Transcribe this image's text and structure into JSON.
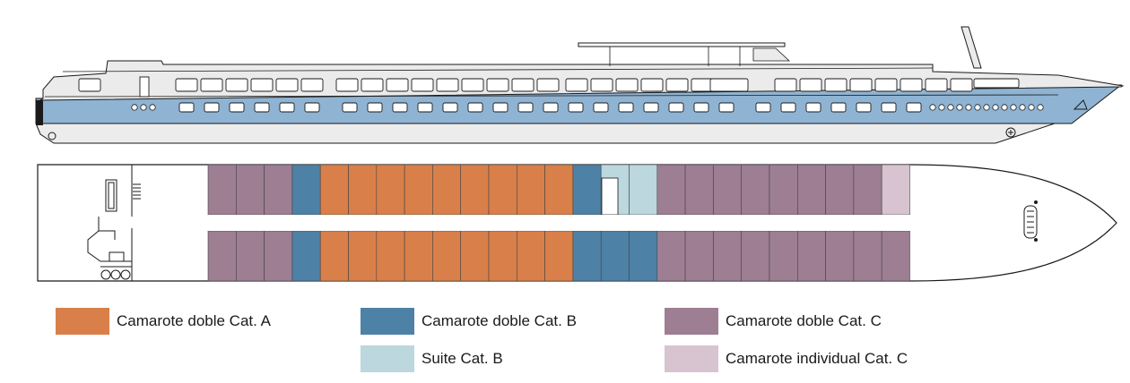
{
  "colors": {
    "cat_a": "#D97F4A",
    "cat_b": "#4E81A6",
    "suite_b": "#BCD7DE",
    "cat_c": "#9D7E93",
    "single_c": "#D7C4D0",
    "hull_band": "#8FB3D2",
    "hull": "#E8E8E8",
    "outline": "#1a1a1a"
  },
  "deck_plan": {
    "top_row": [
      "cat_c",
      "cat_c",
      "cat_c",
      "cat_b",
      "cat_a",
      "cat_a",
      "cat_a",
      "cat_a",
      "cat_a",
      "cat_a",
      "cat_a",
      "cat_a",
      "cat_a",
      "cat_b",
      "suite_b",
      "suite_b",
      "cat_c",
      "cat_c",
      "cat_c",
      "cat_c",
      "cat_c",
      "cat_c",
      "cat_c",
      "cat_c",
      "single_c"
    ],
    "bottom_row": [
      "cat_c",
      "cat_c",
      "cat_c",
      "cat_b",
      "cat_a",
      "cat_a",
      "cat_a",
      "cat_a",
      "cat_a",
      "cat_a",
      "cat_a",
      "cat_a",
      "cat_a",
      "cat_b",
      "cat_b",
      "cat_b",
      "cat_c",
      "cat_c",
      "cat_c",
      "cat_c",
      "cat_c",
      "cat_c",
      "cat_c",
      "cat_c",
      "cat_c"
    ]
  },
  "legend": [
    {
      "key": "cat_a",
      "label": "Camarote doble Cat. A"
    },
    {
      "key": "cat_b",
      "label": "Camarote doble Cat. B"
    },
    {
      "key": "cat_c",
      "label": "Camarote doble Cat. C"
    },
    {
      "key": "suite_b",
      "label": "Suite Cat. B"
    },
    {
      "key": "single_c",
      "label": "Camarote individual Cat. C"
    }
  ]
}
